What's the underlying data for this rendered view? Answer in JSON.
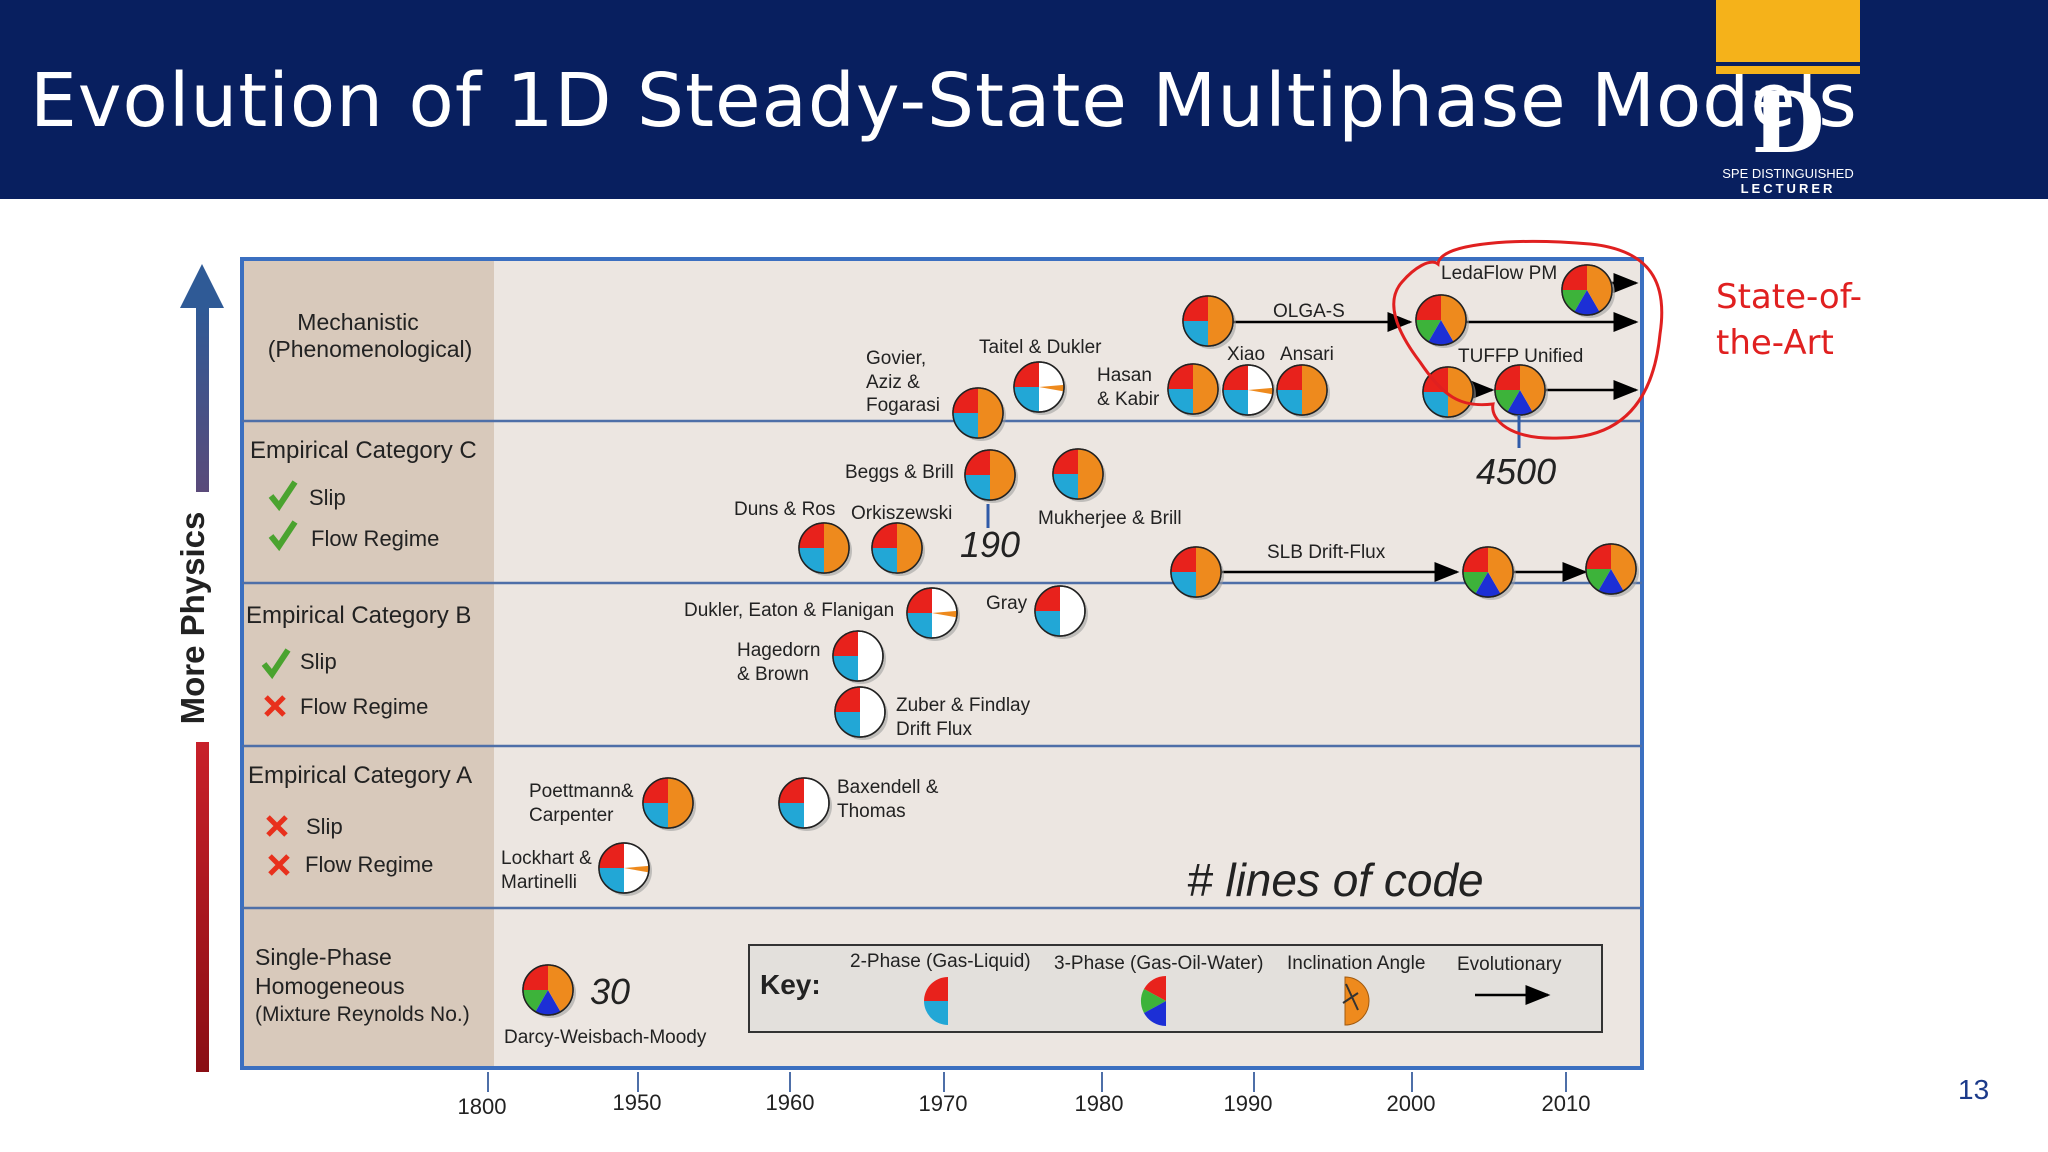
{
  "slide": {
    "title": "Evolution of 1D Steady-State Multiphase Models",
    "page_number": "13",
    "state_of_art": [
      "State-of-",
      "the-Art"
    ],
    "logo": {
      "letter": "D",
      "line1": "SPE DISTINGUISHED",
      "line2": "LECTURER"
    }
  },
  "axis": {
    "vertical_label": "More Physics",
    "years": [
      "1800",
      "1950",
      "1960",
      "1970",
      "1980",
      "1990",
      "2000",
      "2010"
    ]
  },
  "categories": [
    {
      "lines": [
        "Mechanistic",
        "(Phenomenological)"
      ]
    },
    {
      "title": "Empirical Category C",
      "slip": "Slip",
      "flow": "Flow Regime",
      "slip_mark": "check",
      "flow_mark": "check"
    },
    {
      "title": "Empirical Category B",
      "slip": "Slip",
      "flow": "Flow Regime",
      "slip_mark": "check",
      "flow_mark": "cross"
    },
    {
      "title": "Empirical Category A",
      "slip": "Slip",
      "flow": "Flow Regime",
      "slip_mark": "cross",
      "flow_mark": "cross"
    },
    {
      "lines": [
        "Single-Phase",
        "Homogeneous",
        "(Mixture Reynolds No.)"
      ]
    }
  ],
  "models": {
    "ledaflow": "LedaFlow PM",
    "olga": "OLGA-S",
    "xiao": "Xiao",
    "ansari": "Ansari",
    "tuffp": "TUFFP Unified",
    "taitel": "Taitel & Dukler",
    "hasan": [
      "Hasan",
      "& Kabir"
    ],
    "govier": [
      "Govier,",
      "Aziz &",
      "Fogarasi"
    ],
    "beggs": "Beggs & Brill",
    "duns": "Duns & Ros",
    "orkiszewski": "Orkiszewski",
    "mukherjee": "Mukherjee & Brill",
    "slb": "SLB Drift-Flux",
    "dukler_eaton": "Dukler, Eaton & Flanigan",
    "gray": "Gray",
    "hagedorn": [
      "Hagedorn",
      "& Brown"
    ],
    "zuber": [
      "Zuber & Findlay",
      "Drift Flux"
    ],
    "poettmann": [
      "Poettmann&",
      "Carpenter"
    ],
    "baxendell": [
      "Baxendell &",
      "Thomas"
    ],
    "lockhart": [
      "Lockhart &",
      "Martinelli"
    ],
    "darcy": "Darcy-Weisbach-Moody"
  },
  "code_lines": {
    "n4500": "4500",
    "n190": "190",
    "n30": "30",
    "label": "# lines of code"
  },
  "key": {
    "title": "Key:",
    "two_phase": "2-Phase (Gas-Liquid)",
    "three_phase": "3-Phase (Gas-Oil-Water)",
    "inclination": "Inclination Angle",
    "evolutionary": "Evolutionary"
  },
  "colors": {
    "header": "#081f5f",
    "gas_red": "#e8221c",
    "liquid_cyan": "#22a7d6",
    "oil_orange": "#ee8a1d",
    "water_blue": "#1c2fd6",
    "green": "#3db33a",
    "highlight_red": "#e02020",
    "annotation_blue": "#2f5aa8"
  }
}
